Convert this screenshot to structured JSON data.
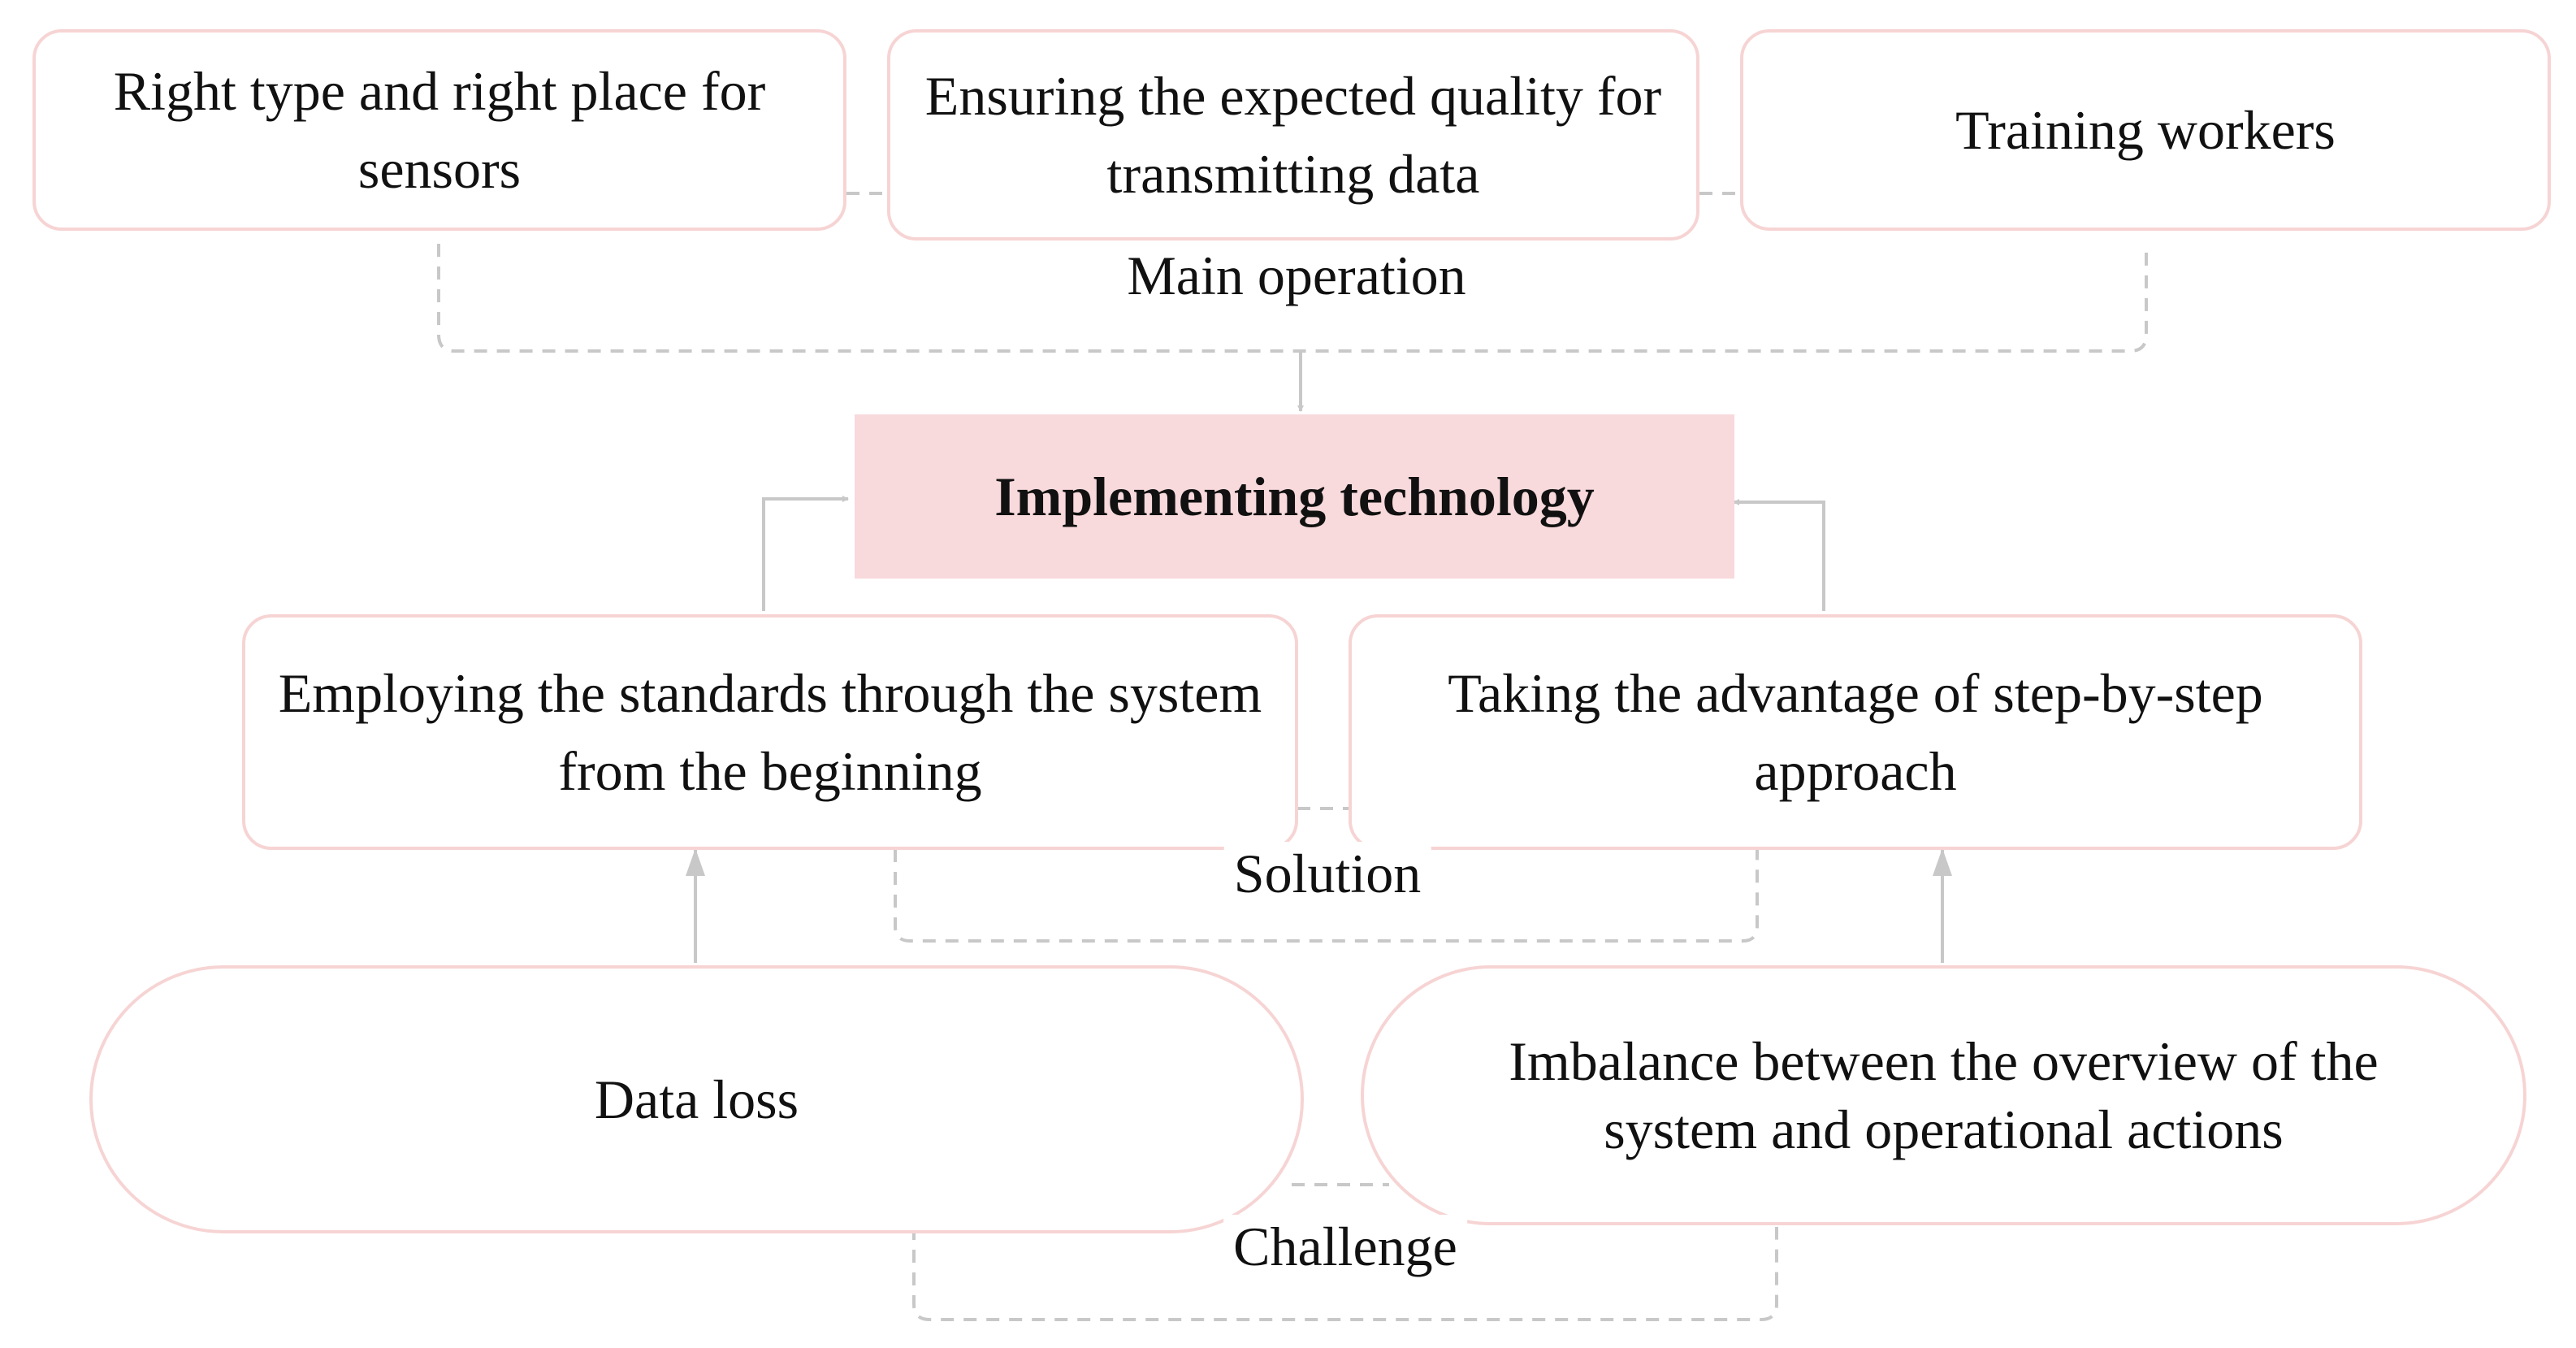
{
  "center": {
    "label": "Implementing technology"
  },
  "main_operation": {
    "label": "Main operation",
    "items": [
      "Right type and right place for sensors",
      "Ensuring the expected quality for transmitting data",
      "Training workers"
    ]
  },
  "solution": {
    "label": "Solution",
    "items": [
      "Employing the standards through the system from the beginning",
      "Taking the advantage of step-by-step approach"
    ]
  },
  "challenge": {
    "label": "Challenge",
    "items": [
      "Data loss",
      "Imbalance between the overview of the system and operational actions"
    ]
  },
  "colors": {
    "center_fill": "#f8d9dc",
    "node_border": "#f7d4d4",
    "connector": "#c8c8c8"
  }
}
